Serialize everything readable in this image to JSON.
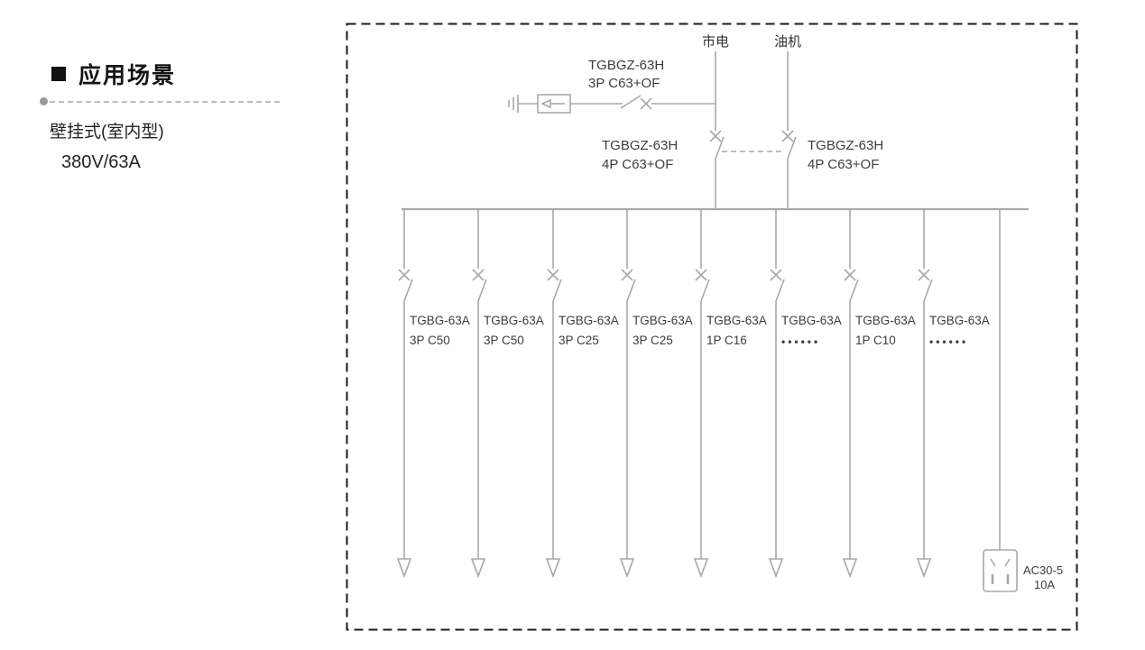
{
  "panel": {
    "title": "应用场景",
    "line1": "壁挂式(室内型)",
    "line2": "380V/63A"
  },
  "diagram": {
    "source_left": "市电",
    "source_right": "油机",
    "spd_breaker": {
      "model": "TGBGZ-63H",
      "spec": "3P C63+OF"
    },
    "transfer_left": {
      "model": "TGBGZ-63H",
      "spec": "4P C63+OF"
    },
    "transfer_right": {
      "model": "TGBGZ-63H",
      "spec": "4P C63+OF"
    },
    "feeders": [
      {
        "model": "TGBG-63A",
        "spec": "3P C50"
      },
      {
        "model": "TGBG-63A",
        "spec": "3P C50"
      },
      {
        "model": "TGBG-63A",
        "spec": "3P C25"
      },
      {
        "model": "TGBG-63A",
        "spec": "3P C25"
      },
      {
        "model": "TGBG-63A",
        "spec": "1P C16"
      },
      {
        "model": "TGBG-63A",
        "spec": "••••••"
      },
      {
        "model": "TGBG-63A",
        "spec": "1P C10"
      },
      {
        "model": "TGBG-63A",
        "spec": "••••••"
      }
    ],
    "socket": {
      "model": "AC30-5",
      "spec": "10A"
    }
  },
  "colors": {
    "line": "#a8a8a8",
    "text": "#3d3d3d",
    "border": "#1b1b1b"
  }
}
